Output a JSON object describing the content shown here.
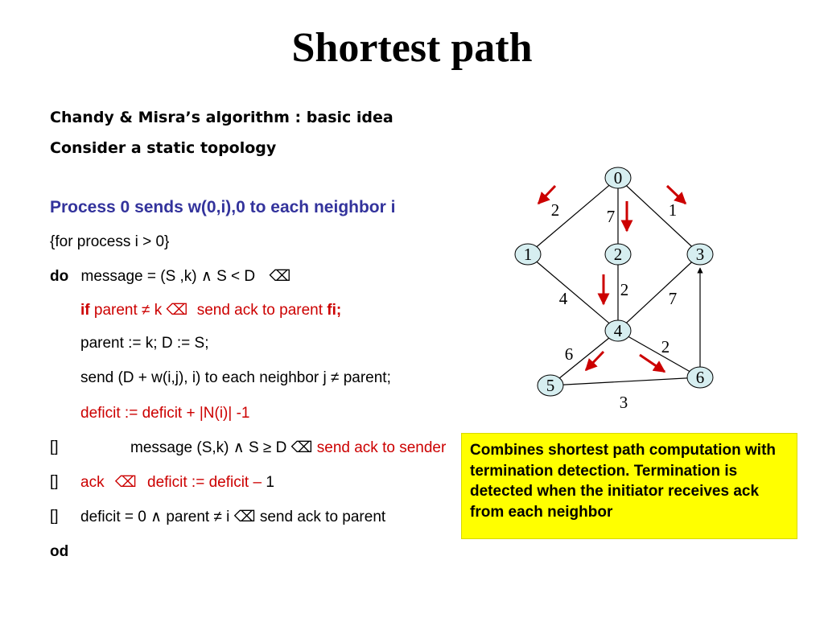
{
  "title": "Shortest path",
  "subtitle1": "Chandy & Misra’s algorithm : basic idea",
  "subtitle2": "Consider a static topology",
  "blue_line": "Process 0 sends w(0,i),0 to each neighbor i",
  "code": {
    "l1": "{for process i > 0}",
    "do_kw": "do",
    "l2_text": "message = (S ,k) ∧ S < D",
    "if_kw": "if",
    "l3_text": "parent ≠ k",
    "l3_text2": "send ack to parent",
    "fi_kw": "fi;",
    "l4": "parent := k; D := S;",
    "l5": "send (D + w(i,j), i) to each neighbor j ≠ parent;",
    "l6": "deficit := deficit + |N(i)| -1",
    "bracket": "[]",
    "l7_text": "message (S,k) ∧ S ≥ D",
    "l7_red": "send ack to sender",
    "l8_red1": "ack",
    "l8_red2": "deficit := deficit –",
    "l8_num": "1",
    "l9_text": "deficit = 0 ∧ parent ≠ i",
    "l9_text2": "send ack to parent",
    "od_kw": "od",
    "arrow_glyph": "⌫"
  },
  "note": "Combines shortest path computation with termination detection. Termination is detected when the initiator receives ack from each neighbor",
  "colors": {
    "blue": "#33339c",
    "red": "#cc0000",
    "node_fill": "#d6eef0",
    "note_bg": "#ffff00"
  },
  "graph": {
    "nodes": [
      "0",
      "1",
      "2",
      "3",
      "4",
      "5",
      "6"
    ],
    "edges": [
      {
        "from": "0",
        "to": "1",
        "weight": "2"
      },
      {
        "from": "0",
        "to": "2",
        "weight": "7"
      },
      {
        "from": "0",
        "to": "3",
        "weight": "1"
      },
      {
        "from": "1",
        "to": "4",
        "weight": "4"
      },
      {
        "from": "2",
        "to": "4",
        "weight": "2"
      },
      {
        "from": "3",
        "to": "4",
        "weight": "7"
      },
      {
        "from": "4",
        "to": "5",
        "weight": "6"
      },
      {
        "from": "4",
        "to": "6",
        "weight": "2"
      },
      {
        "from": "5",
        "to": "6",
        "weight": "3"
      }
    ]
  }
}
